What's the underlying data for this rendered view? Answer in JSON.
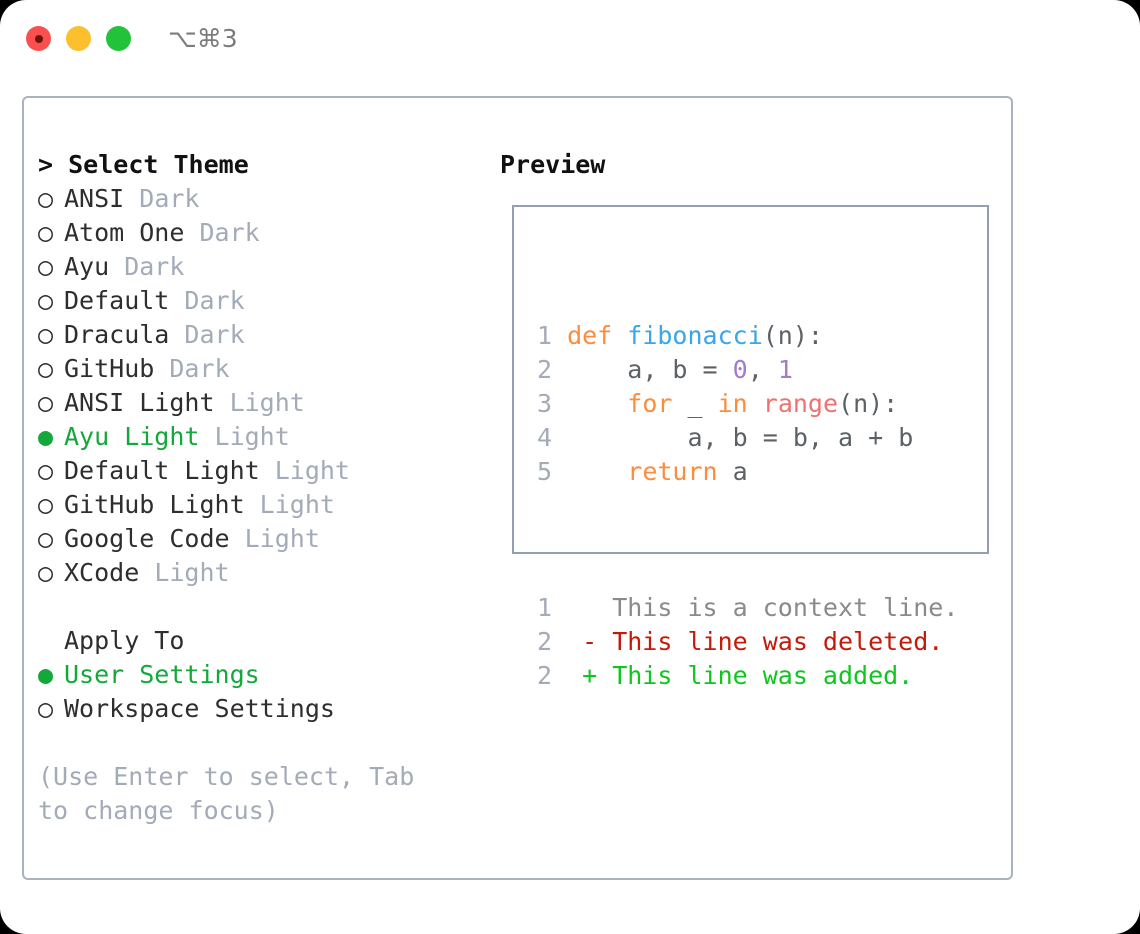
{
  "window": {
    "shortcut_label": "⌥⌘3",
    "traffic_lights": [
      {
        "name": "close",
        "color": "#fb4e4e"
      },
      {
        "name": "minimize",
        "color": "#fcc02e"
      },
      {
        "name": "zoom",
        "color": "#22c33b"
      }
    ]
  },
  "theme_picker": {
    "title": "Select Theme",
    "caret": ">",
    "marker_unselected": "○",
    "marker_selected": "●",
    "accent_color": "#13a83a",
    "muted_color": "#a3abb8",
    "options": [
      {
        "label": "ANSI",
        "category": "Dark",
        "selected": false
      },
      {
        "label": "Atom One",
        "category": "Dark",
        "selected": false
      },
      {
        "label": "Ayu",
        "category": "Dark",
        "selected": false
      },
      {
        "label": "Default",
        "category": "Dark",
        "selected": false
      },
      {
        "label": "Dracula",
        "category": "Dark",
        "selected": false
      },
      {
        "label": "GitHub",
        "category": "Dark",
        "selected": false
      },
      {
        "label": "ANSI Light",
        "category": "Light",
        "selected": false
      },
      {
        "label": "Ayu Light",
        "category": "Light",
        "selected": true
      },
      {
        "label": "Default Light",
        "category": "Light",
        "selected": false
      },
      {
        "label": "GitHub Light",
        "category": "Light",
        "selected": false
      },
      {
        "label": "Google Code",
        "category": "Light",
        "selected": false
      },
      {
        "label": "XCode",
        "category": "Light",
        "selected": false
      }
    ]
  },
  "apply_to": {
    "heading": "Apply To",
    "options": [
      {
        "label": "User Settings",
        "selected": true
      },
      {
        "label": "Workspace Settings",
        "selected": false
      }
    ]
  },
  "hint": "(Use Enter to select, Tab to change focus)",
  "preview": {
    "title": "Preview",
    "code_lines": [
      {
        "number": "1",
        "tokens": [
          {
            "text": "def ",
            "type": "kw"
          },
          {
            "text": "fibonacci",
            "type": "fn"
          },
          {
            "text": "(n):",
            "type": "plain"
          }
        ]
      },
      {
        "number": "2",
        "tokens": [
          {
            "text": "    a, b = ",
            "type": "plain"
          },
          {
            "text": "0",
            "type": "num"
          },
          {
            "text": ", ",
            "type": "plain"
          },
          {
            "text": "1",
            "type": "num"
          }
        ]
      },
      {
        "number": "3",
        "tokens": [
          {
            "text": "    ",
            "type": "plain"
          },
          {
            "text": "for",
            "type": "kw"
          },
          {
            "text": " _ ",
            "type": "plain"
          },
          {
            "text": "in",
            "type": "kw"
          },
          {
            "text": " ",
            "type": "plain"
          },
          {
            "text": "range",
            "type": "builtin"
          },
          {
            "text": "(n):",
            "type": "plain"
          }
        ]
      },
      {
        "number": "4",
        "tokens": [
          {
            "text": "        a, b = b, a + b",
            "type": "plain"
          }
        ]
      },
      {
        "number": "5",
        "tokens": [
          {
            "text": "    ",
            "type": "plain"
          },
          {
            "text": "return",
            "type": "kw"
          },
          {
            "text": " a",
            "type": "plain"
          }
        ]
      }
    ],
    "diff_lines": [
      {
        "number": "1",
        "sign": " ",
        "text": "This is a context line.",
        "kind": "context"
      },
      {
        "number": "2",
        "sign": "-",
        "text": "This line was deleted.",
        "kind": "deleted"
      },
      {
        "number": "2",
        "sign": "+",
        "text": "This line was added.",
        "kind": "added"
      }
    ],
    "syntax_colors": {
      "keyword": "#fa8d3e",
      "function": "#3aa5e8",
      "plain": "#5c6166",
      "number": "#a37acc",
      "builtin": "#f07171",
      "line_number": "#a3abb8",
      "diff_context": "#8a8a8a",
      "diff_deleted": "#c41a09",
      "diff_added": "#10c520"
    }
  }
}
